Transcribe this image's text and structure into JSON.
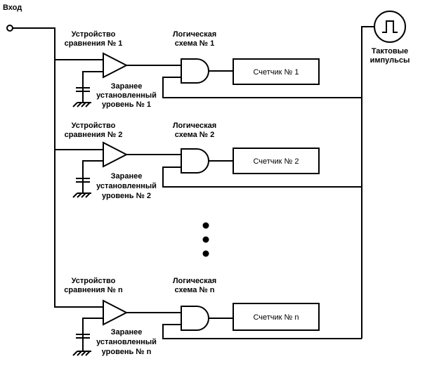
{
  "input_label": "Вход",
  "clock_label_line1": "Тактовые",
  "clock_label_line2": "импульсы",
  "channels": [
    {
      "comparator_line1": "Устройство",
      "comparator_line2": "сравнения № 1",
      "logic_line1": "Логическая",
      "logic_line2": "схема № 1",
      "counter": "Счетчик № 1",
      "level_line1": "Заранее",
      "level_line2": "установленный",
      "level_line3": "уровень № 1"
    },
    {
      "comparator_line1": "Устройство",
      "comparator_line2": "сравнения № 2",
      "logic_line1": "Логическая",
      "logic_line2": "схема № 2",
      "counter": "Счетчик № 2",
      "level_line1": "Заранее",
      "level_line2": "установленный",
      "level_line3": "уровень № 2"
    },
    {
      "comparator_line1": "Устройство",
      "comparator_line2": "сравнения № n",
      "logic_line1": "Логическая",
      "logic_line2": "схема № n",
      "counter": "Счетчик № n",
      "level_line1": "Заранее",
      "level_line2": "установленный",
      "level_line3": "уровень № n"
    }
  ]
}
